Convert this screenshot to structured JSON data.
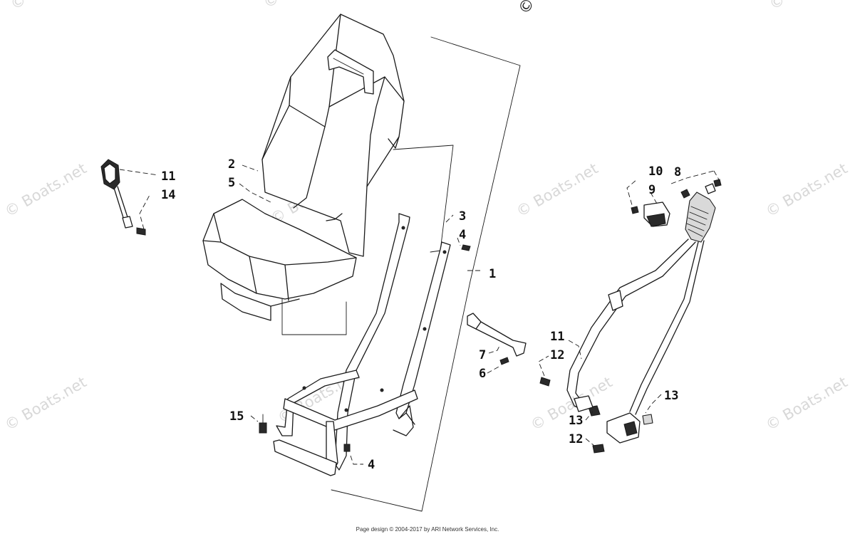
{
  "callouts": {
    "c1": "1",
    "c2": "2",
    "c3": "3",
    "c4a": "4",
    "c4b": "4",
    "c5": "5",
    "c6": "6",
    "c7": "7",
    "c8": "8",
    "c9": "9",
    "c10": "10",
    "c11a": "11",
    "c11b": "11",
    "c12a": "12",
    "c12b": "12",
    "c13a": "13",
    "c13b": "13",
    "c14": "14",
    "c15": "15"
  },
  "watermark": {
    "text": "© Boats.net",
    "copyright_symbol": "©",
    "color": "#d8d8d8"
  },
  "footer": {
    "text": "Page design © 2004-2017 by ARI Network Services, Inc."
  },
  "colors": {
    "line": "#1a1a1a",
    "background": "#ffffff"
  }
}
